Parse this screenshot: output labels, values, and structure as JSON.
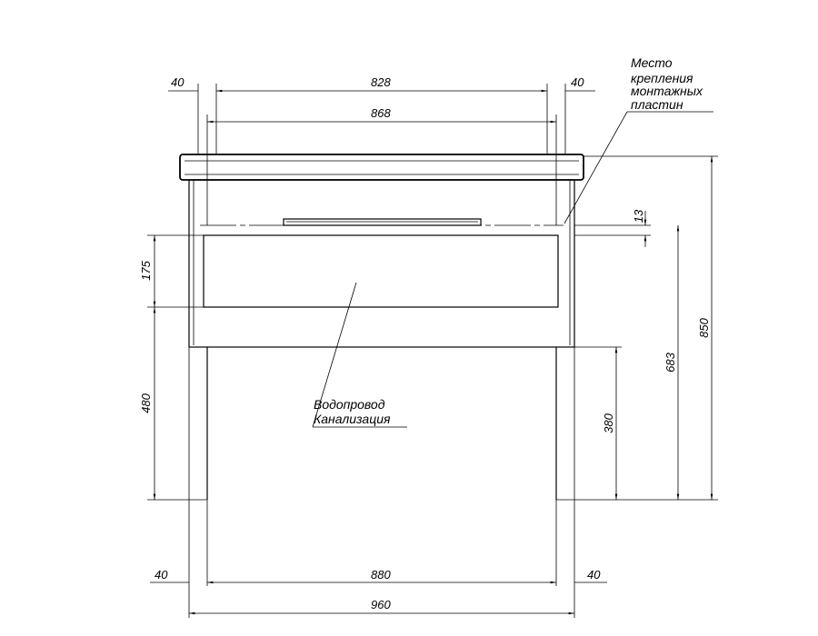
{
  "dimensions": {
    "top_left_offset": "40",
    "top_inner": "828",
    "top_right_offset": "40",
    "top_outer": "868",
    "plate_gap": "13",
    "hatch_height": "175",
    "pipe_height": "480",
    "height_380": "380",
    "height_683": "683",
    "height_850": "850",
    "bottom_left_offset": "40",
    "bottom_inner": "880",
    "bottom_right_offset": "40",
    "bottom_total": "960"
  },
  "notes": {
    "mount_line1": "Место",
    "mount_line2": "крепления",
    "mount_line3": "монтажных",
    "mount_line4": "пластин",
    "water": "Водопровод",
    "sewer": "Канализация"
  }
}
